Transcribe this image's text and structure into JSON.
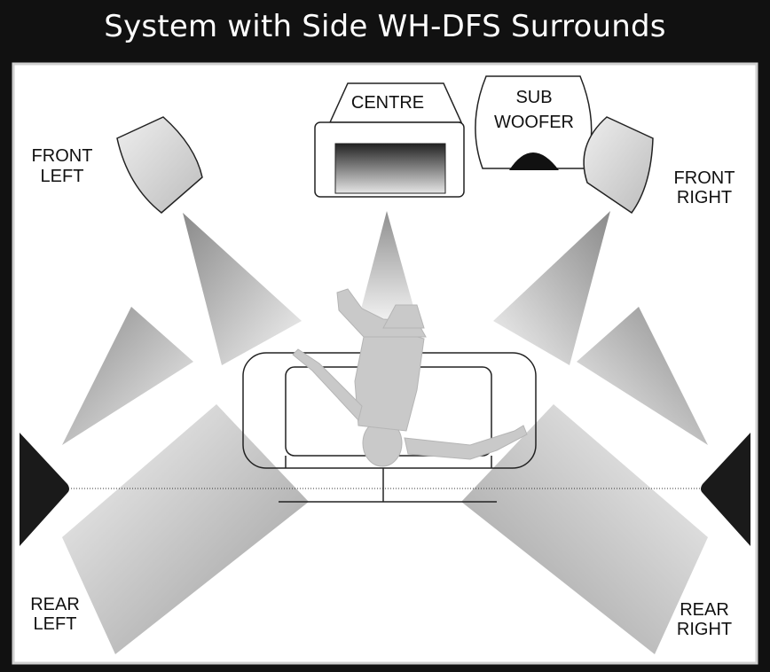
{
  "title": "System with Side WH-DFS Surrounds",
  "labels": {
    "front_left": [
      "FRONT",
      "LEFT"
    ],
    "front_right": [
      "FRONT",
      "RIGHT"
    ],
    "centre": "CENTRE",
    "sub_woofer": [
      "SUB",
      "WOOFER"
    ],
    "rear_left": [
      "REAR",
      "LEFT"
    ],
    "rear_right": [
      "REAR",
      "RIGHT"
    ]
  },
  "colors": {
    "background": "#111111",
    "room": "#ffffff",
    "speaker_fill": "#d9d9d9",
    "wall_speaker": "#1a1a1a",
    "listener": "#c8c8c8"
  }
}
